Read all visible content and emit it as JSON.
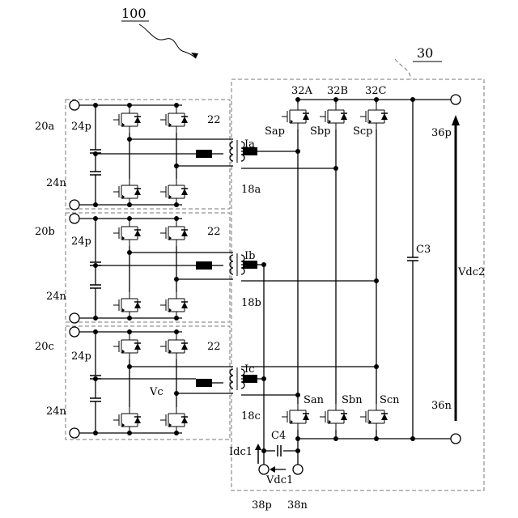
{
  "figure": {
    "system_label": "100",
    "converter_label": "30"
  },
  "modules": [
    {
      "id": "20a",
      "terminal_p": "24p",
      "terminal_n": "24n",
      "transformer": "22",
      "transformer_ref": "18a",
      "current": "Ia"
    },
    {
      "id": "20b",
      "terminal_p": "24p",
      "terminal_n": "24n",
      "transformer": "22",
      "transformer_ref": "18b",
      "current": "Ib"
    },
    {
      "id": "20c",
      "terminal_p": "24p",
      "terminal_n": "24n",
      "transformer": "22",
      "transformer_ref": "18c",
      "current": "Ic",
      "voltage": "Vc"
    }
  ],
  "legs": [
    {
      "id": "32A",
      "upper_switch": "Sap",
      "lower_switch": "San"
    },
    {
      "id": "32B",
      "upper_switch": "Sbp",
      "lower_switch": "Sbn"
    },
    {
      "id": "32C",
      "upper_switch": "Scp",
      "lower_switch": "Scn"
    }
  ],
  "components": {
    "dc_capacitor": "C3",
    "input_capacitor": "C4",
    "output_voltage": "Vdc2",
    "input_voltage": "Vdc1",
    "input_current": "Idc1",
    "out_terminal_p": "36p",
    "out_terminal_n": "36n",
    "in_terminal_p": "38p",
    "in_terminal_n": "38n"
  }
}
